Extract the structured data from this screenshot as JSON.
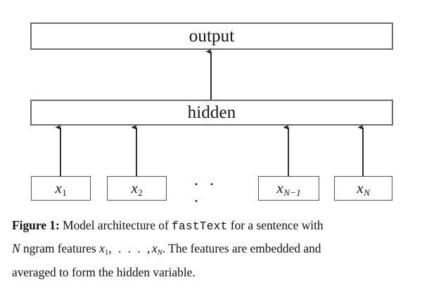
{
  "figure": {
    "output_layer": {
      "label": "output"
    },
    "hidden_layer": {
      "label": "hidden"
    },
    "inputs": [
      {
        "base": "x",
        "subscript": "1"
      },
      {
        "base": "x",
        "subscript": "2"
      },
      {
        "base": "x",
        "subscript": "N−1"
      },
      {
        "base": "x",
        "subscript": "N"
      }
    ],
    "ellipsis": ". . .",
    "arrow_color": "#1a1a1a",
    "box_border_color": "#6e6e6e",
    "token_border_color": "#555555",
    "background_color": "#ffffff"
  },
  "caption": {
    "label": "Figure 1:",
    "line1_a": " Model architecture of ",
    "line1_mono": "fastText",
    "line1_b": " for a sentence with",
    "line2_a": "ngram features ",
    "line2_math_n": "N",
    "line2_x1": "x",
    "line2_x1_sub": "1",
    "line2_dots": ", . . . ,",
    "line2_xN": "x",
    "line2_xN_sub": "N",
    "line2_b": ". The features are embedded and",
    "line3": "averaged to form the hidden variable."
  }
}
